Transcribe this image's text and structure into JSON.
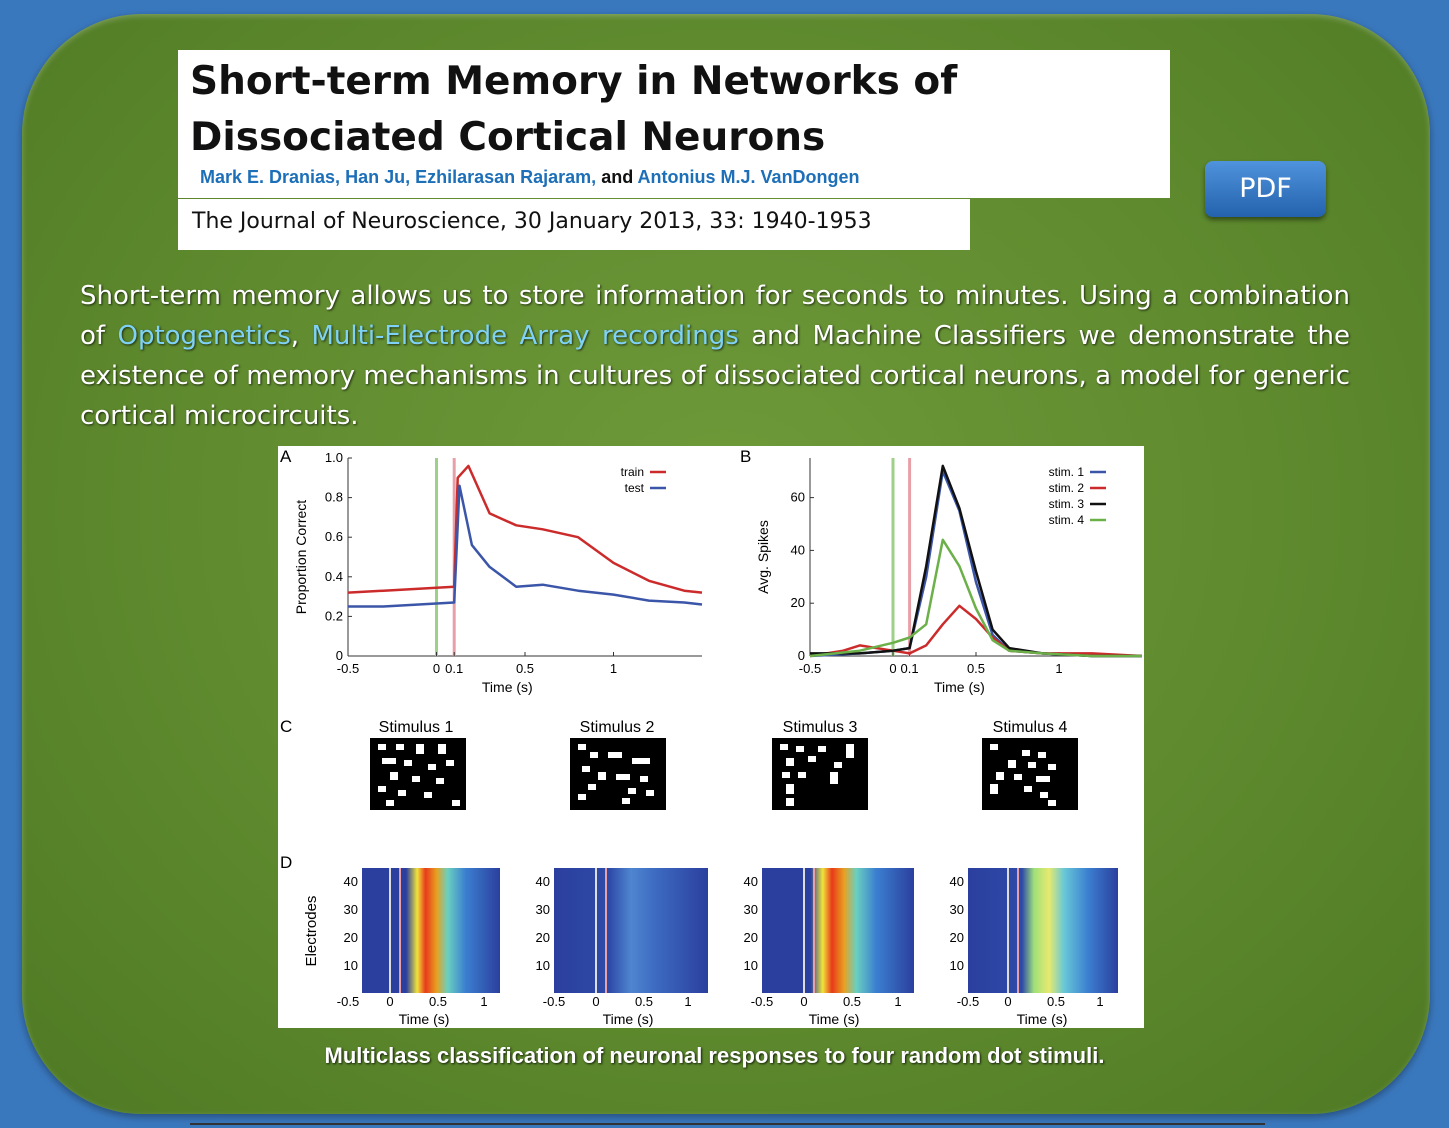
{
  "title": "Short-term Memory in Networks of Dissociated Cortical Neurons",
  "authors": {
    "names": "Mark E. Dranias, Han Ju, Ezhilarasan Rajaram,",
    "and": "and",
    "last": "Antonius M.J. VanDongen"
  },
  "journal": "The Journal of Neuroscience, 30 January 2013, 33: 1940-1953",
  "pdf_label": "PDF",
  "abstract": {
    "part1": "Short-term memory allows us to store information for seconds to  minutes. Using a combination of ",
    "link1": "Optogenetics",
    "sep": ", ",
    "link2": "Multi-Electrode Array recordings",
    "part2": " and Machine Classifiers we demonstrate the existence of memory mechanisms in cultures of dissociated cortical neurons, a model for generic cortical microcircuits."
  },
  "caption": "Multiclass classification of neuronal responses to four random dot stimuli.",
  "colors": {
    "train": "#cc2b2b",
    "test": "#3b56a8",
    "stim1": "#3b56a8",
    "stim2": "#cc2b2b",
    "stim3": "#111111",
    "stim4": "#6cb04a",
    "marker_green": "#9fd08a",
    "marker_pink": "#e8a0a8"
  },
  "figure": {
    "panel_labels": [
      "A",
      "B",
      "C",
      "D"
    ],
    "stimulus_titles": [
      "Stimulus 1",
      "Stimulus 2",
      "Stimulus 3",
      "Stimulus 4"
    ],
    "d_ylabel": "Electrodes",
    "d_xlabel": "Time (s)",
    "d_yticks": [
      "40",
      "30",
      "20",
      "10"
    ],
    "d_xticks": [
      "-0.5",
      "0",
      "0.5",
      "1"
    ]
  },
  "chart_data": [
    {
      "type": "line",
      "panel": "A",
      "xlabel": "Time (s)",
      "ylabel": "Proportion Correct",
      "xlim": [
        -0.5,
        1.5
      ],
      "ylim": [
        0,
        1.0
      ],
      "xticks": [
        "-0.5",
        "0",
        "0.1",
        "0.5",
        "1"
      ],
      "yticks": [
        "0",
        "0.2",
        "0.4",
        "0.6",
        "0.8",
        "1.0"
      ],
      "legend_position": "top-right",
      "series": [
        {
          "name": "train",
          "x": [
            -0.5,
            -0.3,
            -0.1,
            0.1,
            0.12,
            0.18,
            0.3,
            0.45,
            0.6,
            0.8,
            1.0,
            1.2,
            1.4,
            1.5
          ],
          "y": [
            0.32,
            0.33,
            0.34,
            0.35,
            0.9,
            0.96,
            0.72,
            0.66,
            0.64,
            0.6,
            0.47,
            0.38,
            0.33,
            0.32
          ]
        },
        {
          "name": "test",
          "x": [
            -0.5,
            -0.3,
            -0.1,
            0.1,
            0.13,
            0.2,
            0.3,
            0.45,
            0.6,
            0.8,
            1.0,
            1.2,
            1.4,
            1.5
          ],
          "y": [
            0.25,
            0.25,
            0.26,
            0.27,
            0.86,
            0.56,
            0.45,
            0.35,
            0.36,
            0.33,
            0.31,
            0.28,
            0.27,
            0.26
          ]
        }
      ]
    },
    {
      "type": "line",
      "panel": "B",
      "xlabel": "Time (s)",
      "ylabel": "Avg. Spikes",
      "xlim": [
        -0.5,
        1.5
      ],
      "ylim": [
        0,
        75
      ],
      "xticks": [
        "-0.5",
        "0",
        "0.1",
        "0.5",
        "1"
      ],
      "yticks": [
        "0",
        "20",
        "40",
        "60"
      ],
      "legend_position": "top-right",
      "series": [
        {
          "name": "stim. 1",
          "x": [
            -0.5,
            -0.2,
            0.0,
            0.1,
            0.2,
            0.3,
            0.4,
            0.5,
            0.6,
            0.7,
            0.9,
            1.2,
            1.5
          ],
          "y": [
            0,
            1,
            2,
            3,
            30,
            70,
            55,
            28,
            8,
            2,
            1,
            0,
            0
          ]
        },
        {
          "name": "stim. 2",
          "x": [
            -0.5,
            -0.3,
            -0.2,
            0.0,
            0.1,
            0.2,
            0.3,
            0.4,
            0.5,
            0.6,
            0.7,
            0.9,
            1.2,
            1.5
          ],
          "y": [
            0,
            2,
            4,
            2,
            1,
            4,
            12,
            19,
            14,
            7,
            2,
            1,
            1,
            0
          ]
        },
        {
          "name": "stim. 3",
          "x": [
            -0.5,
            -0.2,
            0.0,
            0.1,
            0.2,
            0.3,
            0.4,
            0.5,
            0.6,
            0.7,
            0.9,
            1.2,
            1.5
          ],
          "y": [
            1,
            1,
            2,
            3,
            34,
            72,
            56,
            32,
            10,
            3,
            1,
            0,
            0
          ]
        },
        {
          "name": "stim. 4",
          "x": [
            -0.5,
            -0.2,
            0.0,
            0.1,
            0.2,
            0.3,
            0.4,
            0.5,
            0.6,
            0.7,
            0.9,
            1.2,
            1.5
          ],
          "y": [
            0,
            2,
            5,
            7,
            12,
            44,
            34,
            18,
            6,
            2,
            1,
            0,
            0
          ]
        }
      ]
    }
  ]
}
